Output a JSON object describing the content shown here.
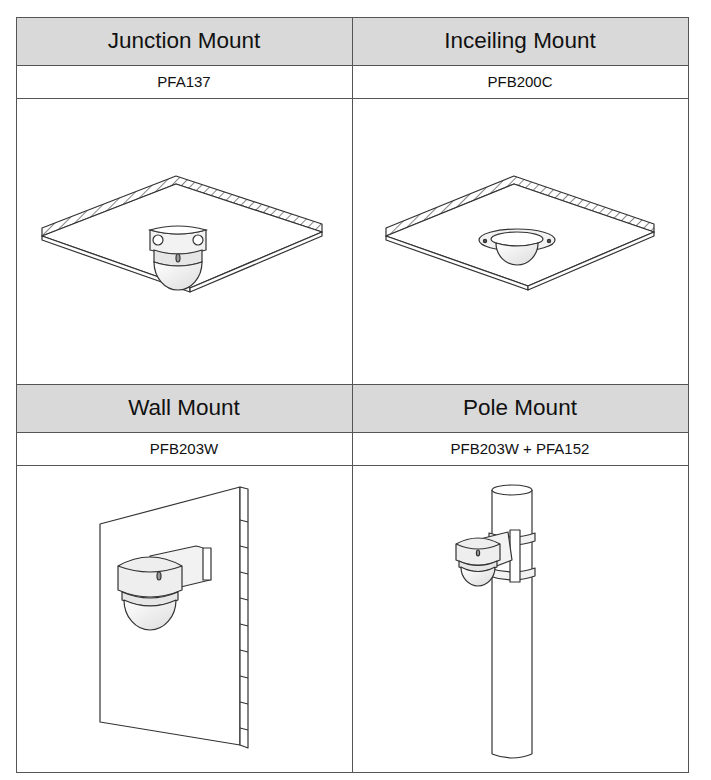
{
  "diagram": {
    "labels": [
      "Junction Mount",
      "PFA137",
      "Inceiling Mount",
      "PFB200C",
      "Wall Mount",
      "PFB203W",
      "Pole Mount",
      "PFB203W + PFA152"
    ]
  }
}
